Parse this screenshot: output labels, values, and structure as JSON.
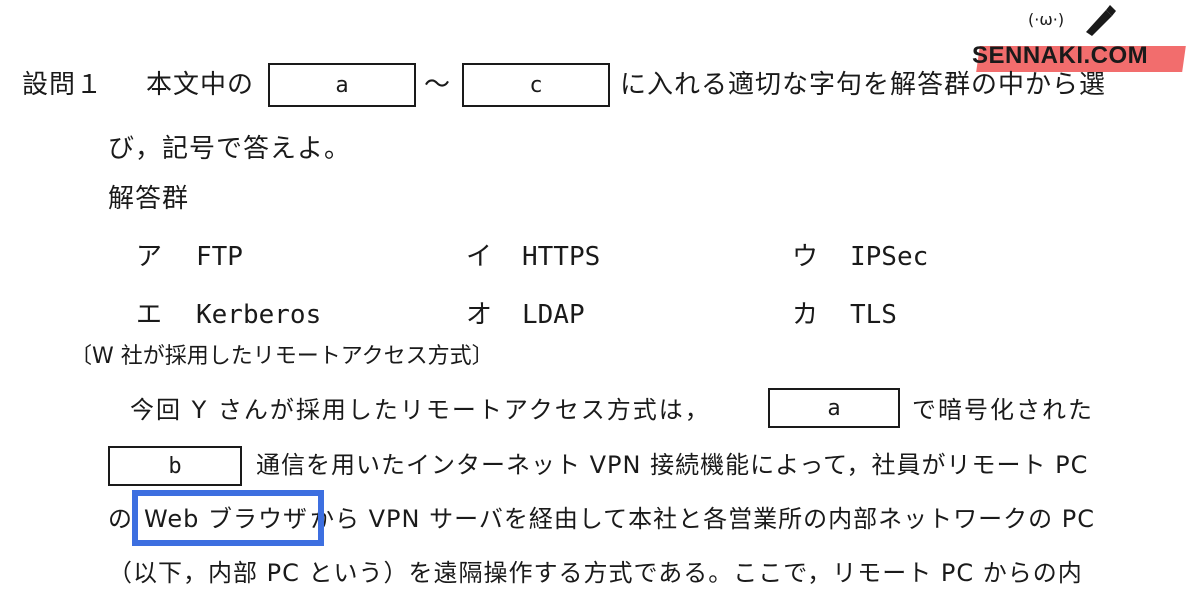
{
  "logo": {
    "text": "SENNAKI.COM",
    "face": "(·ω·)"
  },
  "question": {
    "label": "設問１",
    "part1": "本文中の",
    "box_a": "a",
    "tilde": "～",
    "box_c": "c",
    "part2": "に入れる適切な字句を解答群の中から選",
    "line2": "び，記号で答えよ。"
  },
  "answer_group": {
    "title": "解答群",
    "items": [
      {
        "kana": "ア",
        "text": "FTP"
      },
      {
        "kana": "イ",
        "text": "HTTPS"
      },
      {
        "kana": "ウ",
        "text": "IPSec"
      },
      {
        "kana": "エ",
        "text": "Kerberos"
      },
      {
        "kana": "オ",
        "text": "LDAP"
      },
      {
        "kana": "カ",
        "text": "TLS"
      }
    ]
  },
  "section_title": "〔W 社が採用したリモートアクセス方式〕",
  "body": {
    "l1_pre": "今回 Y さんが採用したリモートアクセス方式は，",
    "l1_box": "a",
    "l1_post": "で暗号化された",
    "l2_box": "b",
    "l2_post": "通信を用いたインターネット VPN 接続機能によって，社員がリモート PC",
    "l3_pre": "の",
    "l3_hl": "Web ブラウザ",
    "l3_post": "から VPN サーバを経由して本社と各営業所の内部ネットワークの PC",
    "l4": "（以下，内部 PC という）を遠隔操作する方式である。ここで，リモート PC からの内"
  }
}
